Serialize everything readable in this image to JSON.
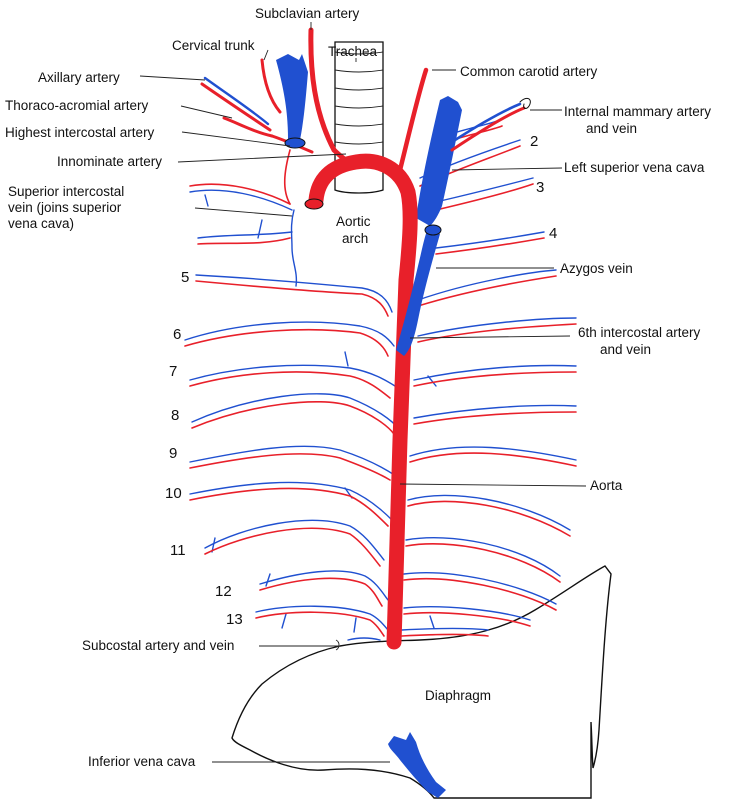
{
  "colors": {
    "artery": "#e8202a",
    "vein": "#2050d0",
    "outline": "#111111",
    "background": "#ffffff"
  },
  "labels": {
    "subclavian_artery": "Subclavian artery",
    "cervical_trunk": "Cervical trunk",
    "trachea": "Trachea",
    "common_carotid_artery": "Common carotid artery",
    "axillary_artery": "Axillary artery",
    "internal_mammary_line1": "Internal mammary artery",
    "internal_mammary_line2": "and vein",
    "thoraco_acromial_artery": "Thoraco-acromial artery",
    "highest_intercostal_artery": "Highest intercostal artery",
    "innominate_artery": "Innominate artery",
    "left_superior_vena_cava": "Left superior vena cava",
    "superior_intercostal_line1": "Superior intercostal",
    "superior_intercostal_line2": "vein (joins superior",
    "superior_intercostal_line3": "vena cava)",
    "aortic_arch_line1": "Aortic",
    "aortic_arch_line2": "arch",
    "azygos_vein": "Azygos vein",
    "sixth_intercostal_line1": "6th intercostal artery",
    "sixth_intercostal_line2": "and vein",
    "aorta": "Aorta",
    "subcostal_artery_and_vein": "Subcostal artery and vein",
    "diaphragm": "Diaphragm",
    "inferior_vena_cava": "Inferior vena cava"
  },
  "rib_numbers": {
    "n2": "2",
    "n3": "3",
    "n4": "4",
    "n5": "5",
    "n6": "6",
    "n7": "7",
    "n8": "8",
    "n9": "9",
    "n10": "10",
    "n11": "11",
    "n12": "12",
    "n13": "13"
  }
}
